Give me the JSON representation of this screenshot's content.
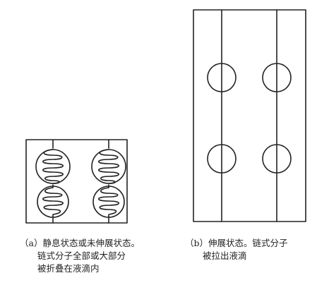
{
  "panel_a": {
    "caption_line1": "（a）静息状态或未伸展状态。",
    "caption_line2": "链式分子全部或大部分",
    "caption_line3": "被折叠在液滴内"
  },
  "panel_b": {
    "caption_line1": "（b）伸展状态。链式分子",
    "caption_line2": "被拉出液滴"
  },
  "colors": {
    "stroke": "#222222",
    "background": "#ffffff"
  }
}
